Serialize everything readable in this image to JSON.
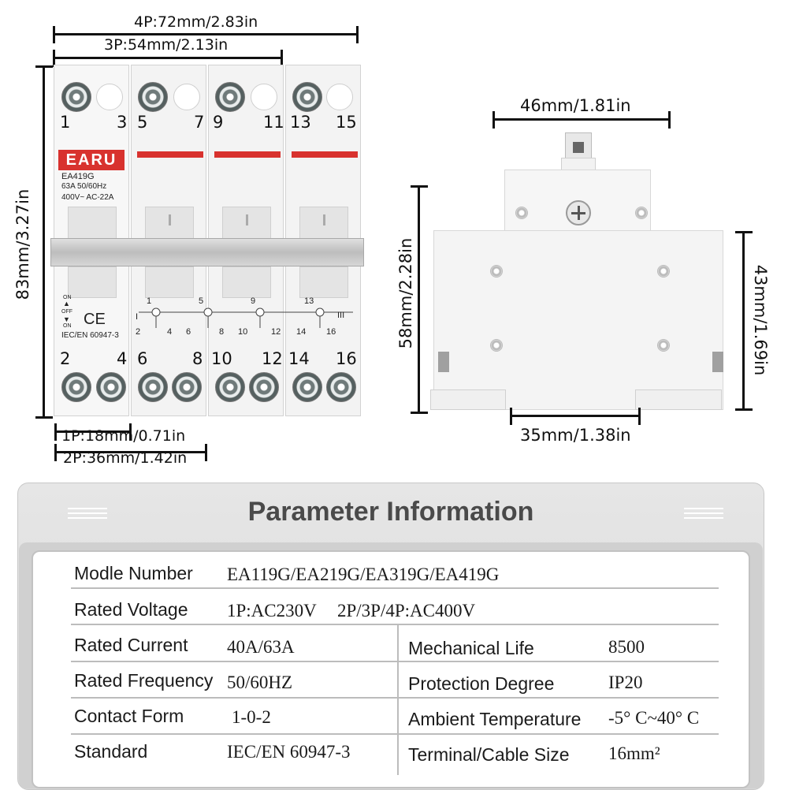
{
  "dimensions": {
    "width_4p": "4P:72mm/2.83in",
    "width_3p": "3P:54mm/2.13in",
    "height_front": "83mm/3.27in",
    "width_1p": "1P:18mm/0.71in",
    "width_2p": "2P:36mm/1.42in",
    "side_top_width": "46mm/1.81in",
    "side_height": "58mm/2.28in",
    "side_body_height": "43mm/1.69in",
    "side_bottom_width": "35mm/1.38in"
  },
  "breaker": {
    "brand": "EARU",
    "model": "EA419G",
    "rating": "63A 50/60Hz",
    "voltage": "400V~  AC-22A",
    "on_label": "ON",
    "off_label": "OFF",
    "on2_label": "ON",
    "ce_mark": "CE",
    "standard": "IEC/EN 60947-3",
    "top_terminals": [
      [
        "1",
        "3"
      ],
      [
        "5",
        "7"
      ],
      [
        "9",
        "11"
      ],
      [
        "13",
        "15"
      ]
    ],
    "bottom_terminals": [
      [
        "2",
        "4"
      ],
      [
        "6",
        "8"
      ],
      [
        "10",
        "12"
      ],
      [
        "14",
        "16"
      ]
    ],
    "schematic_top": [
      "1",
      "5",
      "9",
      "13"
    ],
    "schematic_bottom": [
      "2",
      "4",
      "6",
      "8",
      "10",
      "12",
      "14",
      "16"
    ],
    "schematic_mark_left": "I",
    "schematic_mark_right": "III"
  },
  "parameters": {
    "title": "Parameter Information",
    "rows": {
      "model": {
        "label": "Modle Number",
        "value": "EA119G/EA219G/EA319G/EA419G"
      },
      "voltage": {
        "label": "Rated Voltage",
        "value1": "1P:AC230V",
        "value2": "2P/3P/4P:AC400V"
      },
      "current": {
        "label": "Rated Current",
        "value": "40A/63A",
        "label2": "Mechanical Life",
        "value2": "8500"
      },
      "frequency": {
        "label": "Rated Frequency",
        "value": "50/60HZ",
        "label2": "Protection Degree",
        "value2": "IP20"
      },
      "contact": {
        "label": "Contact Form",
        "value": "1-0-2",
        "label2": "Ambient Temperature",
        "value2": "-5° C~40° C"
      },
      "standard": {
        "label": "Standard",
        "value": "IEC/EN 60947-3",
        "label2": "Terminal/Cable Size",
        "value2": "16mm²"
      }
    }
  }
}
